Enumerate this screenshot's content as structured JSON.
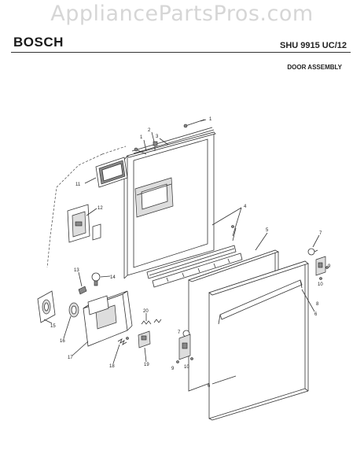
{
  "watermark": "AppliancePartsPros.com",
  "header": {
    "brand": "BOSCH",
    "model": "SHU 9915 UC/12",
    "section": "DOOR ASSEMBLY"
  },
  "callouts": {
    "c1a": "1",
    "c1b": "1",
    "c2": "2",
    "c3": "3",
    "c4": "4",
    "c5": "5",
    "c6a": "6",
    "c6b": "6",
    "c7a": "7",
    "c7b": "7",
    "c8": "8",
    "c9a": "9",
    "c9b": "9",
    "c10a": "10",
    "c10b": "10",
    "c11": "11",
    "c12": "12",
    "c13": "13",
    "c14": "14",
    "c15": "15",
    "c16": "16",
    "c17": "17",
    "c18": "18",
    "c19": "19",
    "c20": "20"
  }
}
